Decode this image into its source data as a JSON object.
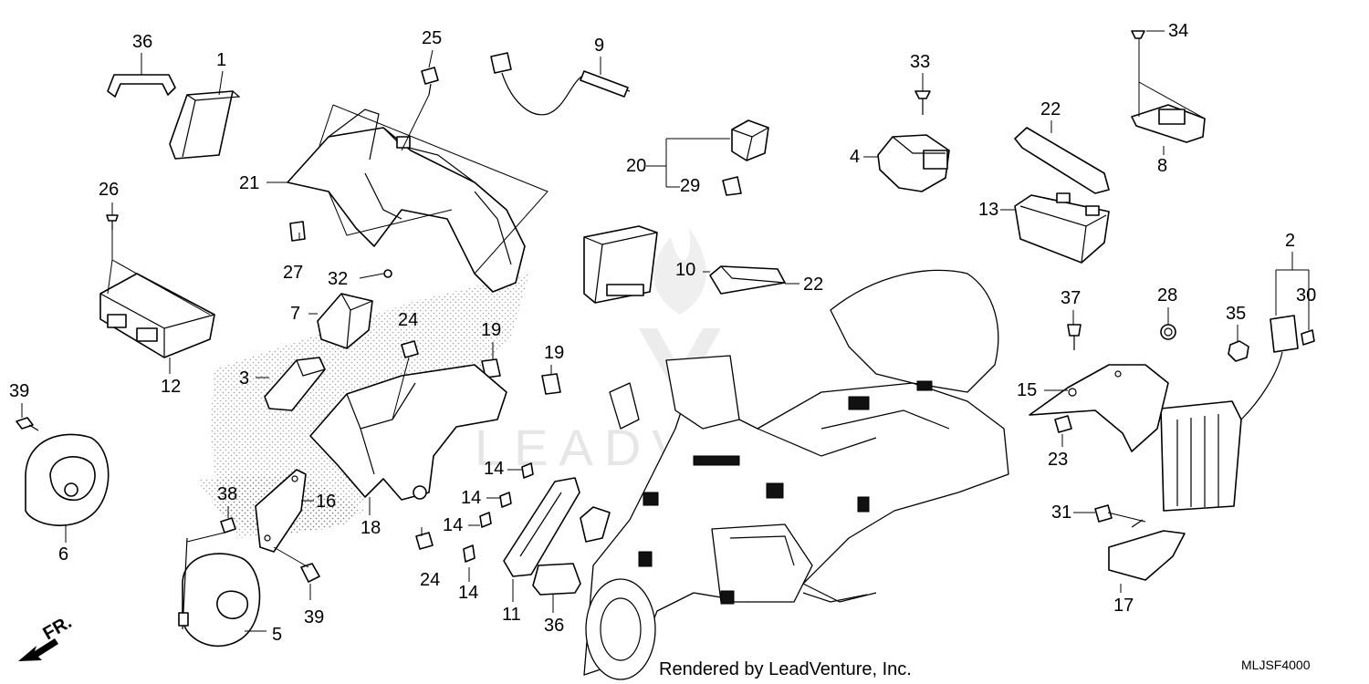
{
  "diagram": {
    "footer": "Rendered by LeadVenture, Inc.",
    "code": "MLJSF4000",
    "direction": "FR.",
    "watermark": "LEADVENTURE",
    "callouts": [
      "36",
      "1",
      "25",
      "9",
      "20",
      "29",
      "33",
      "4",
      "22",
      "13",
      "34",
      "8",
      "26",
      "21",
      "27",
      "32",
      "10",
      "22",
      "12",
      "7",
      "24",
      "19",
      "19",
      "3",
      "2",
      "37",
      "28",
      "35",
      "30",
      "15",
      "23",
      "39",
      "38",
      "16",
      "18",
      "14",
      "14",
      "14",
      "14",
      "24",
      "39",
      "11",
      "36",
      "5",
      "6",
      "31",
      "17"
    ]
  }
}
